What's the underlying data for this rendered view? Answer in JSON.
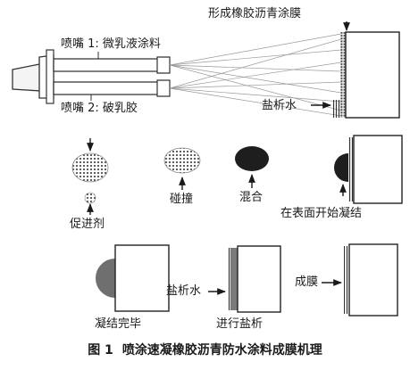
{
  "labels": {
    "film_forming_asphalt": "形成橡胶沥青涂膜",
    "nozzle1": "喷嘴 1: 微乳液涂料",
    "nozzle2": "喷嘴 2: 破乳胶",
    "salting_water": "盐析水",
    "accelerator": "促进剂",
    "collision": "碰撞",
    "mixing": "混合",
    "start_coagulation": "在表面开始凝结",
    "coagulation_complete": "凝结完毕",
    "salting_water_2": "盐析水",
    "salting_out": "进行盐析",
    "film_formed": "成膜"
  },
  "caption": {
    "number": "图 1",
    "text": "喷涂速凝橡胶沥青防水涂料成膜机理"
  },
  "colors": {
    "ink": "#1a1a1a",
    "dark_blob": "#1e1e1e",
    "gray_blob": "#6f6f6f",
    "spray": "#9a9a9a"
  }
}
